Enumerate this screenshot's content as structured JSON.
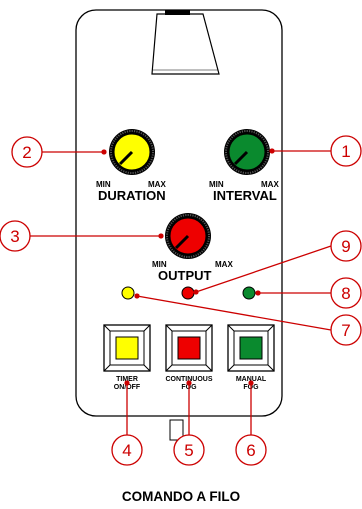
{
  "knobs": {
    "duration": {
      "min_label": "MIN",
      "max_label": "MAX",
      "title": "DURATION",
      "color": "#ffff00"
    },
    "interval": {
      "min_label": "MIN",
      "max_label": "MAX",
      "title": "INTERVAL",
      "color": "#0a8a2e"
    },
    "output": {
      "min_label": "MIN",
      "max_label": "MAX",
      "title": "OUTPUT",
      "color": "#ee0000"
    }
  },
  "leds": [
    {
      "name": "yellow-led",
      "color": "#ffff00"
    },
    {
      "name": "red-led",
      "color": "#ee0000"
    },
    {
      "name": "green-led",
      "color": "#0a8a2e"
    }
  ],
  "buttons": [
    {
      "line1": "TIMER",
      "line2": "ON/OFF",
      "color": "#ffff00"
    },
    {
      "line1": "CONTINUOUS",
      "line2": "FOG",
      "color": "#ee0000"
    },
    {
      "line1": "MANUAL",
      "line2": "FOG",
      "color": "#0a8a2e"
    }
  ],
  "callouts": [
    "1",
    "2",
    "3",
    "4",
    "5",
    "6",
    "7",
    "8",
    "9"
  ],
  "caption": "COMANDO A FILO",
  "colors": {
    "callout": "#cc0000",
    "outline": "#000000"
  }
}
